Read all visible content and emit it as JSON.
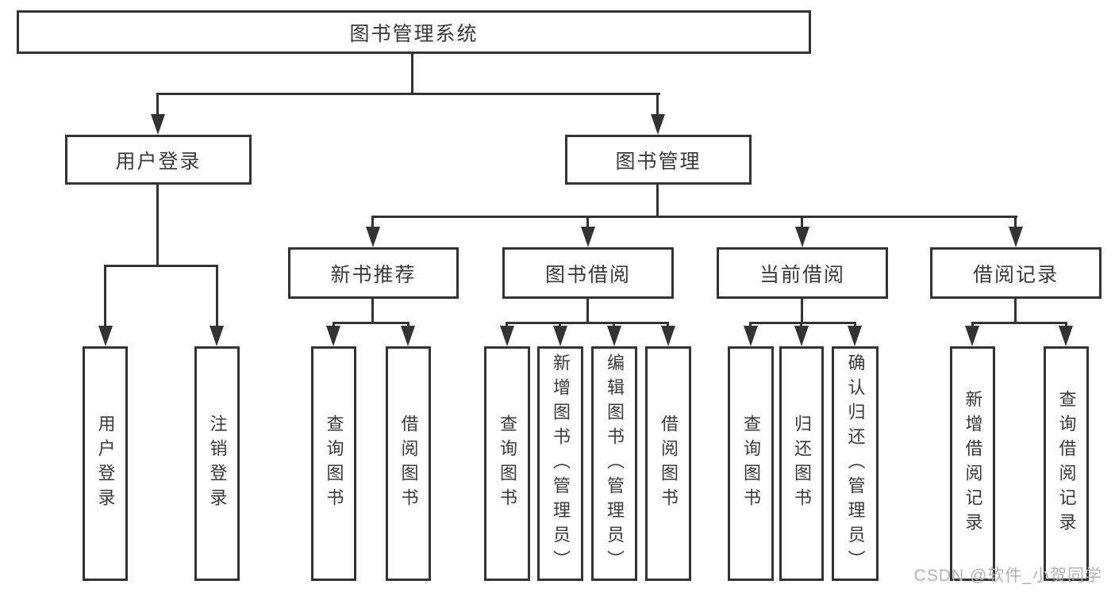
{
  "diagram_type": "hierarchy-tree",
  "tree": {
    "label": "图书管理系统",
    "children": [
      {
        "label": "用户登录",
        "children": [
          {
            "label": "用户登录"
          },
          {
            "label": "注销登录"
          }
        ]
      },
      {
        "label": "图书管理",
        "children": [
          {
            "label": "新书推荐",
            "children": [
              {
                "label": "查询图书"
              },
              {
                "label": "借阅图书"
              }
            ]
          },
          {
            "label": "图书借阅",
            "children": [
              {
                "label": "查询图书"
              },
              {
                "label": "新增图书（管理员）"
              },
              {
                "label": "编辑图书（管理员）"
              },
              {
                "label": "借阅图书"
              }
            ]
          },
          {
            "label": "当前借阅",
            "children": [
              {
                "label": "查询图书"
              },
              {
                "label": "归还图书"
              },
              {
                "label": "确认归还（管理员）"
              }
            ]
          },
          {
            "label": "借阅记录",
            "children": [
              {
                "label": "新增借阅记录"
              },
              {
                "label": "查询借阅记录"
              }
            ]
          }
        ]
      }
    ]
  },
  "watermark": {
    "text": "CSDN @软件_小贺同学"
  },
  "colors": {
    "line": "#333333",
    "text": "#3a3a3a",
    "watermark": "#b3b3b3",
    "background": "#ffffff"
  }
}
